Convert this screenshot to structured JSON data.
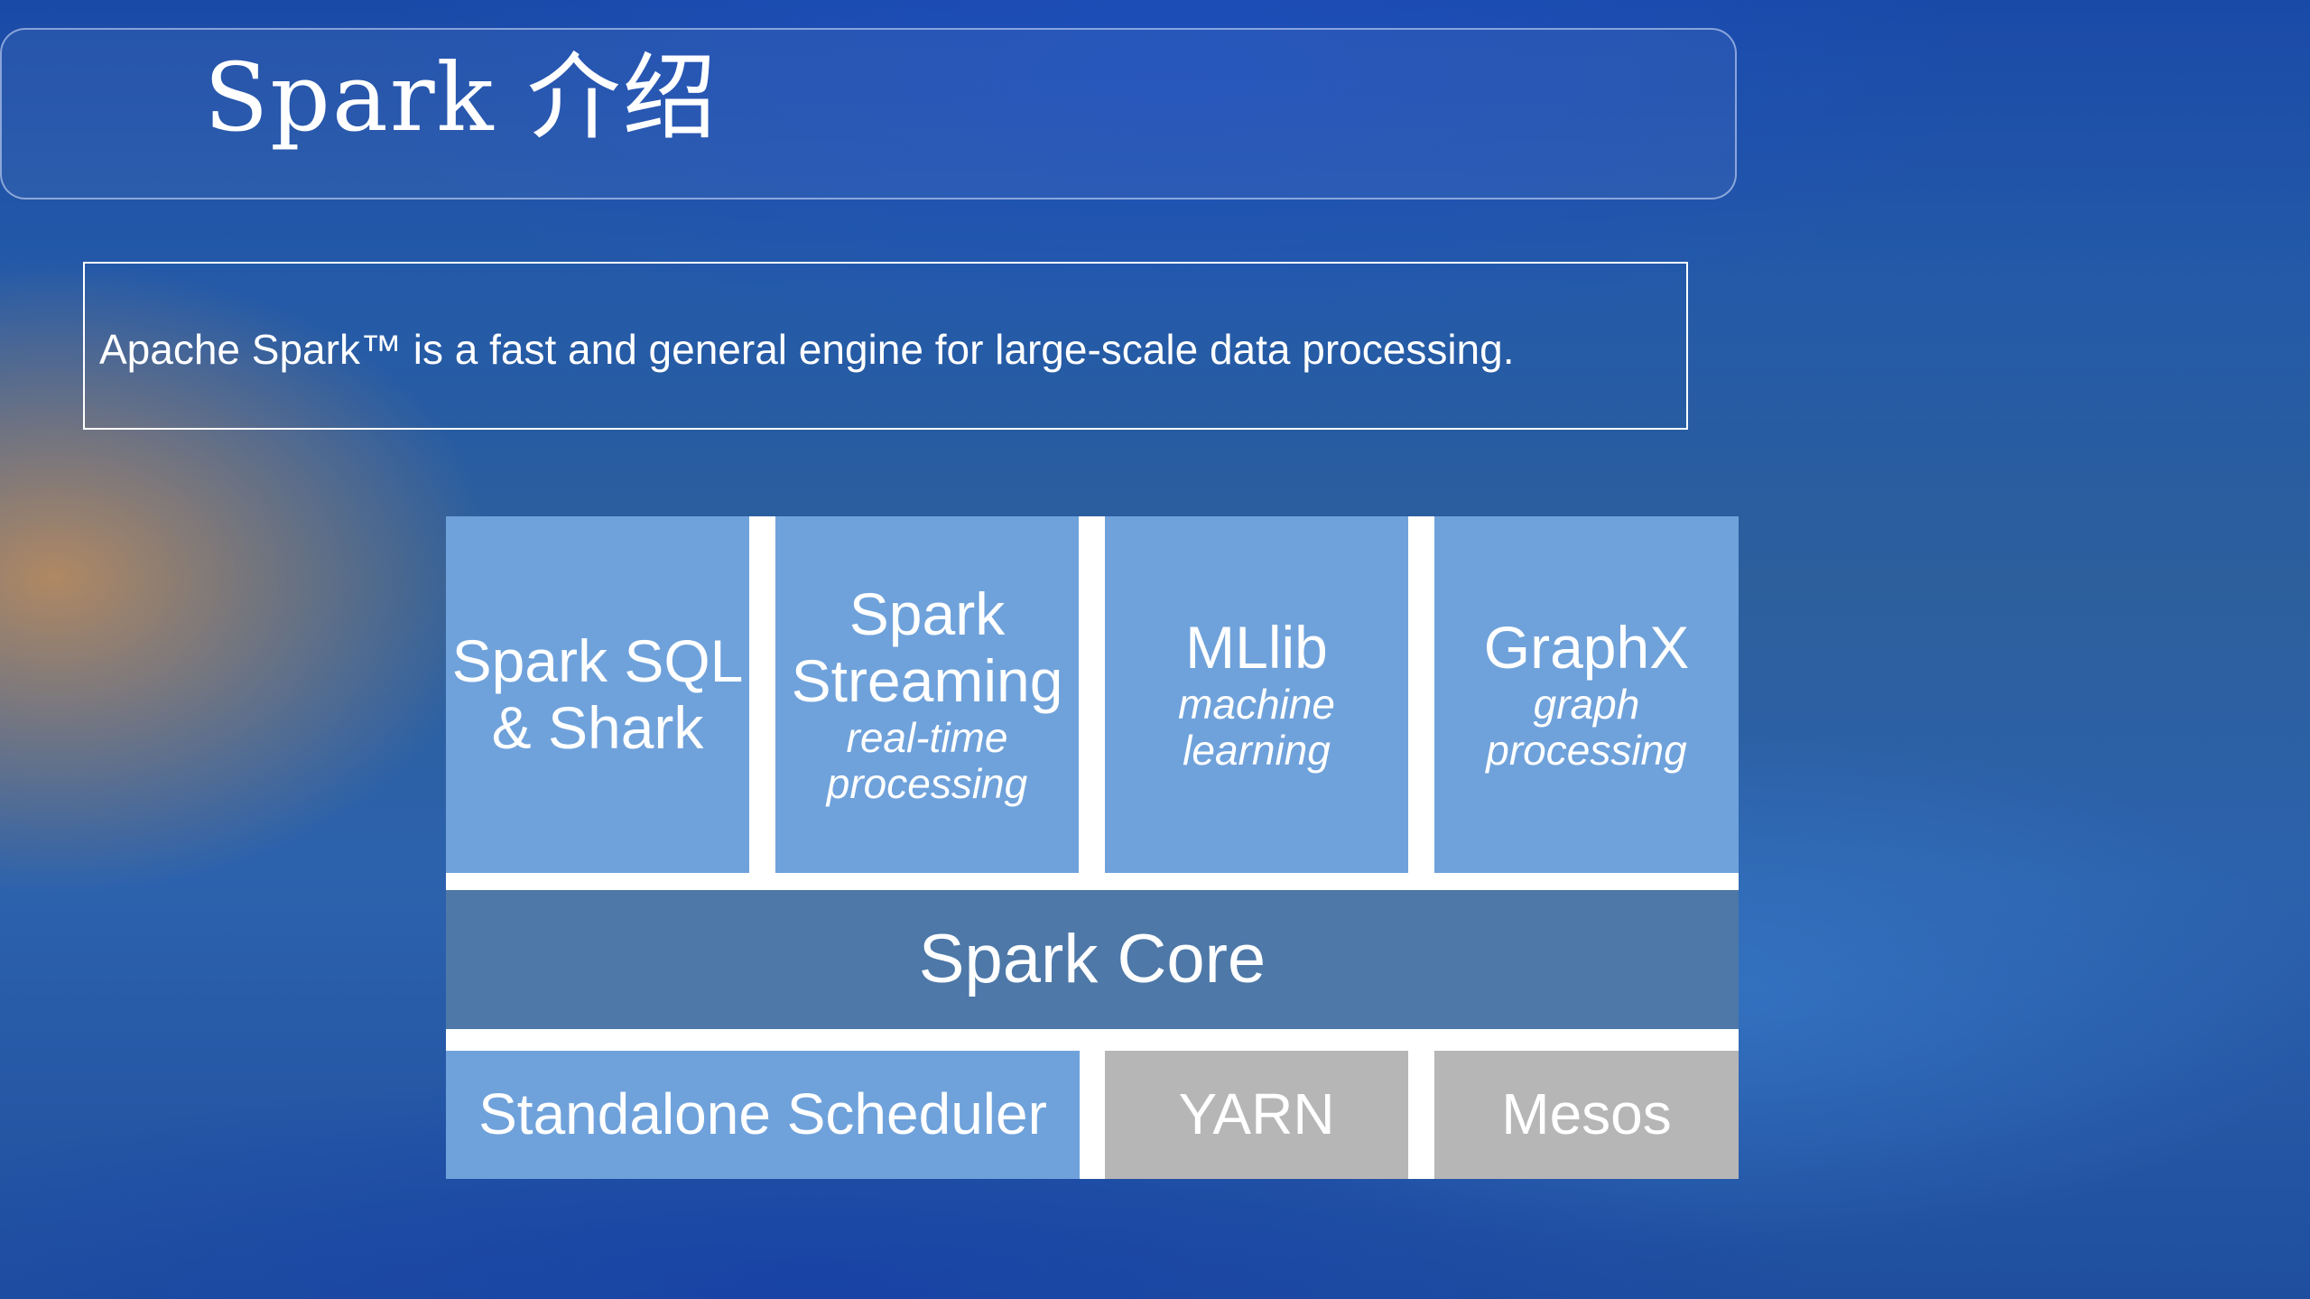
{
  "slide": {
    "title": "Spark 介绍",
    "description": "Apache Spark™ is a fast and general engine for large-scale data processing."
  },
  "stack": {
    "libraries": [
      {
        "lines": [
          "Spark SQL",
          "& Shark"
        ],
        "sub": []
      },
      {
        "lines": [
          "Spark",
          "Streaming"
        ],
        "sub": [
          "real-time",
          "processing"
        ]
      },
      {
        "lines": [
          "MLlib"
        ],
        "sub": [
          "machine",
          "learning"
        ]
      },
      {
        "lines": [
          "GraphX"
        ],
        "sub": [
          "graph",
          "processing"
        ]
      }
    ],
    "core": "Spark Core",
    "schedulers": [
      "Standalone Scheduler",
      "YARN",
      "Mesos"
    ]
  },
  "colors": {
    "library_block": "#6fa2db",
    "core_block": "#4d78a8",
    "cluster_block": "#b6b6b6"
  }
}
